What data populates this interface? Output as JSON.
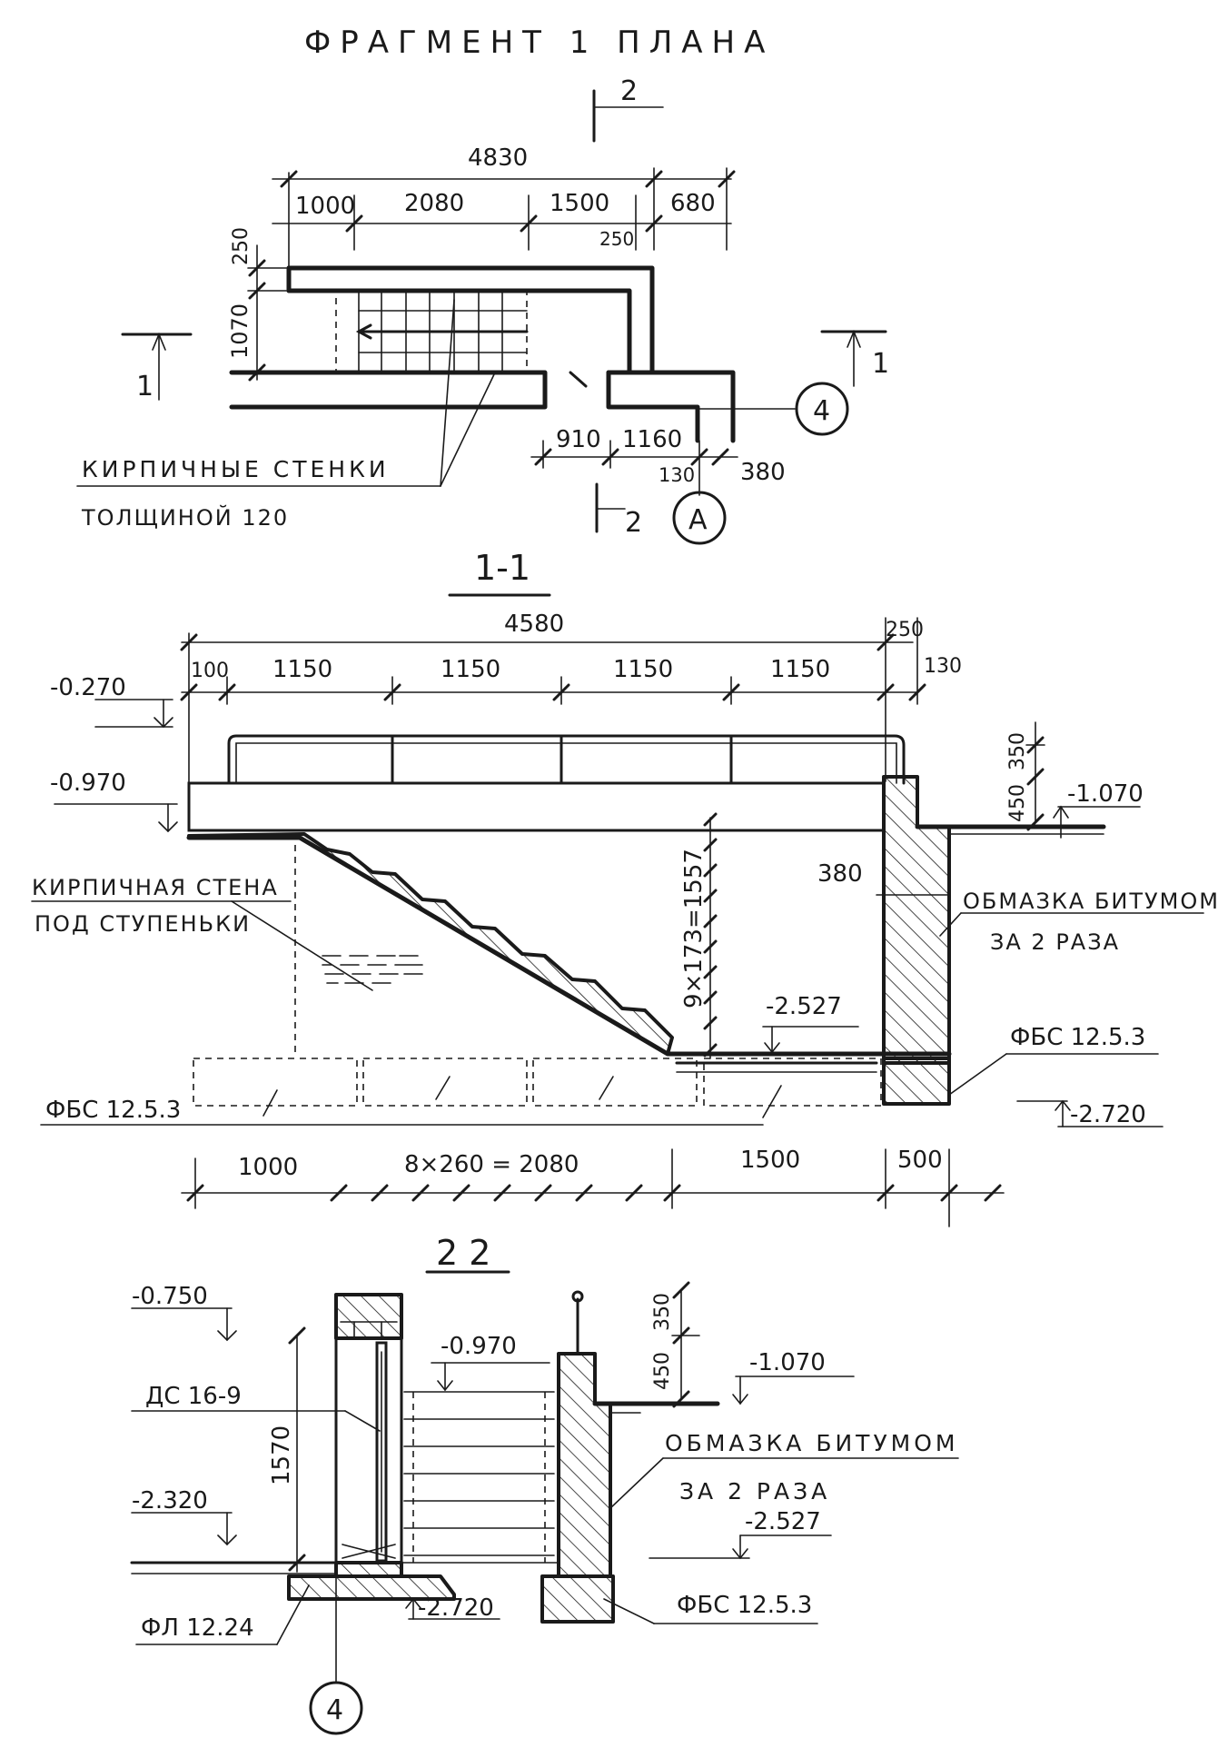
{
  "title": "ФРАГМЕНТ 1 ПЛАНА",
  "plan": {
    "section_marker_top": "2",
    "section_marker_bottom": "2",
    "section_marker_left": "1",
    "section_marker_right": "1",
    "dim_total": "4830",
    "dim_1000": "1000",
    "dim_2080": "2080",
    "dim_1500": "1500",
    "dim_680": "680",
    "dim_250_top": "250",
    "dim_250_left": "250",
    "dim_1070": "1070",
    "dim_910": "910",
    "dim_1160": "1160",
    "dim_130": "130",
    "dim_380": "380",
    "axis_4": "4",
    "axis_A": "A",
    "note_line1": "КИРПИЧНЫЕ  СТЕНКИ",
    "note_line2": "ТОЛЩИНОЙ 120"
  },
  "section1": {
    "title": "1-1",
    "dim_total": "4580",
    "dim_250": "250",
    "dim_100": "100",
    "dims_1150": [
      "1150",
      "1150",
      "1150",
      "1150"
    ],
    "dim_130": "130",
    "level_top": "-0.270",
    "level_landing": "-0.970",
    "level_ground": "-1.070",
    "level_floor": "-2.527",
    "level_base": "-2.720",
    "dim_350": "350",
    "dim_450": "450",
    "dim_380": "380",
    "riser_dim": "9×173=1557",
    "note_wall_line1": "КИРПИЧНАЯ СТЕНА",
    "note_wall_line2": "ПОД СТУПЕНЬКИ",
    "note_bitumen_line1": "ОБМАЗКА БИТУМОМ",
    "note_bitumen_line2": "ЗА 2 РАЗА",
    "block_right": "ФБС 12.5.3",
    "block_left": "ФБС 12.5.3",
    "bottom_dim_1000": "1000",
    "bottom_dim_treads": "8×260 = 2080",
    "bottom_dim_1500": "1500",
    "bottom_dim_500": "500"
  },
  "section2": {
    "title": "2  2",
    "level_top": "-0.750",
    "level_landing": "-0.970",
    "level_ground": "-1.070",
    "level_floor_left": "-2.320",
    "level_floor_right": "-2.527",
    "level_base": "-2.720",
    "door_label": "ДС 16-9",
    "dim_1570": "1570",
    "dim_350": "350",
    "dim_450": "450",
    "note_bitumen_line1": "ОБМАЗКА  БИТУМОМ",
    "note_bitumen_line2": "ЗА  2  РАЗА",
    "footing_label": "ФЛ 12.24",
    "block_label": "ФБС 12.5.3",
    "axis_4": "4"
  }
}
